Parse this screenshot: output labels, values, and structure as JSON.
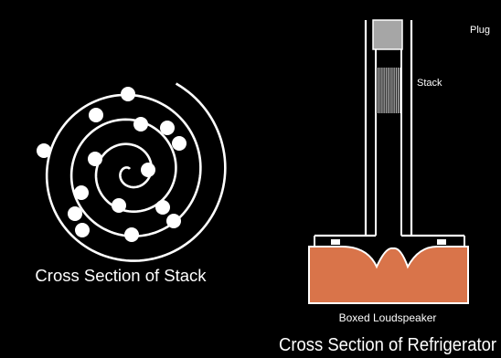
{
  "colors": {
    "background": "#000000",
    "line": "#ffffff",
    "plug": "#a6a6a6",
    "loudspeaker": "#d9744a"
  },
  "labels": {
    "plug": "Plug",
    "stack": "Stack",
    "stack_cross_section": "Cross Section of Stack",
    "boxed_loudspeaker": "Boxed Loudspeaker",
    "refrigerator_cross_section": "Cross Section of Refrigerator"
  }
}
